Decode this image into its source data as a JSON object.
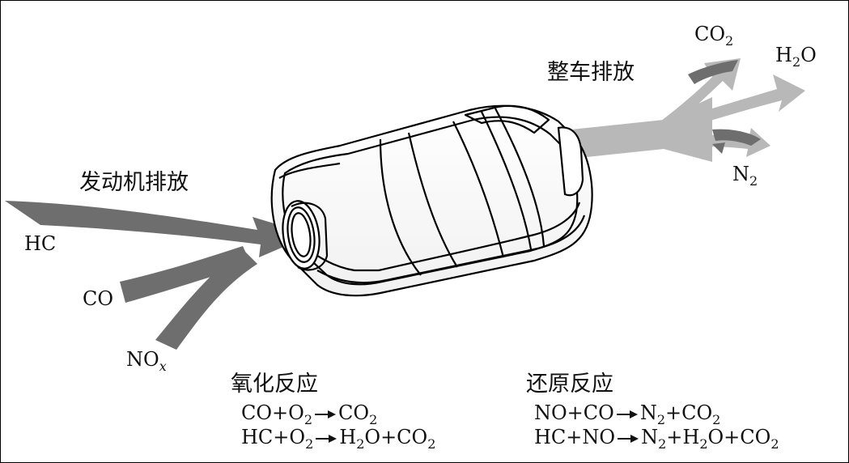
{
  "engine_emission": "发动机排放",
  "vehicle_emission": "整车排放",
  "inputs": {
    "hc": "HC",
    "co": "CO",
    "nox": "NO",
    "nox_sub": "x"
  },
  "outputs": {
    "co2": "CO",
    "co2_sub": "2",
    "h2o_h": "H",
    "h2o_sub": "2",
    "h2o_o": "O",
    "n2": "N",
    "n2_sub": "2"
  },
  "oxidation": {
    "title": "氧化反应",
    "eq1": [
      "CO+O",
      "2",
      "CO",
      "2"
    ],
    "eq2": [
      "HC+O",
      "2",
      "H",
      "2",
      "O+CO",
      "2"
    ]
  },
  "reduction": {
    "title": "还原反应",
    "eq1": [
      "NO+CO",
      "N",
      "2",
      "+CO",
      "2"
    ],
    "eq2": [
      "HC+NO",
      "N",
      "2",
      "+H",
      "2",
      "O+CO",
      "2"
    ]
  },
  "colors": {
    "inlet_arrows": "#6e6e6e",
    "outlet_arrows": "#b8b8b8",
    "outline": "#000000"
  }
}
